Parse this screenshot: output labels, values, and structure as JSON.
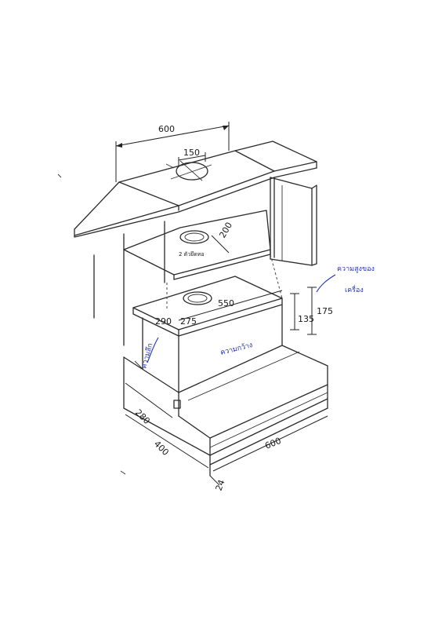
{
  "diagram": {
    "dimensions": {
      "top_width": "600",
      "duct_diameter": "150",
      "shelf_depth": "200",
      "hood_depth": "290",
      "hood_offset": "275",
      "hood_width": "550",
      "inner_height": "135",
      "outer_height": "175",
      "tray_depth": "280",
      "total_depth": "400",
      "tray_width": "600",
      "front_thickness": "24"
    },
    "labels": {
      "shelf_hole": "2 ตัวยึดทอ",
      "width_note": "ความกว้าง",
      "depth_note": "ความลึก",
      "height_note_line1": "ความสูงของ",
      "height_note_line2": "เครื่อง"
    }
  }
}
